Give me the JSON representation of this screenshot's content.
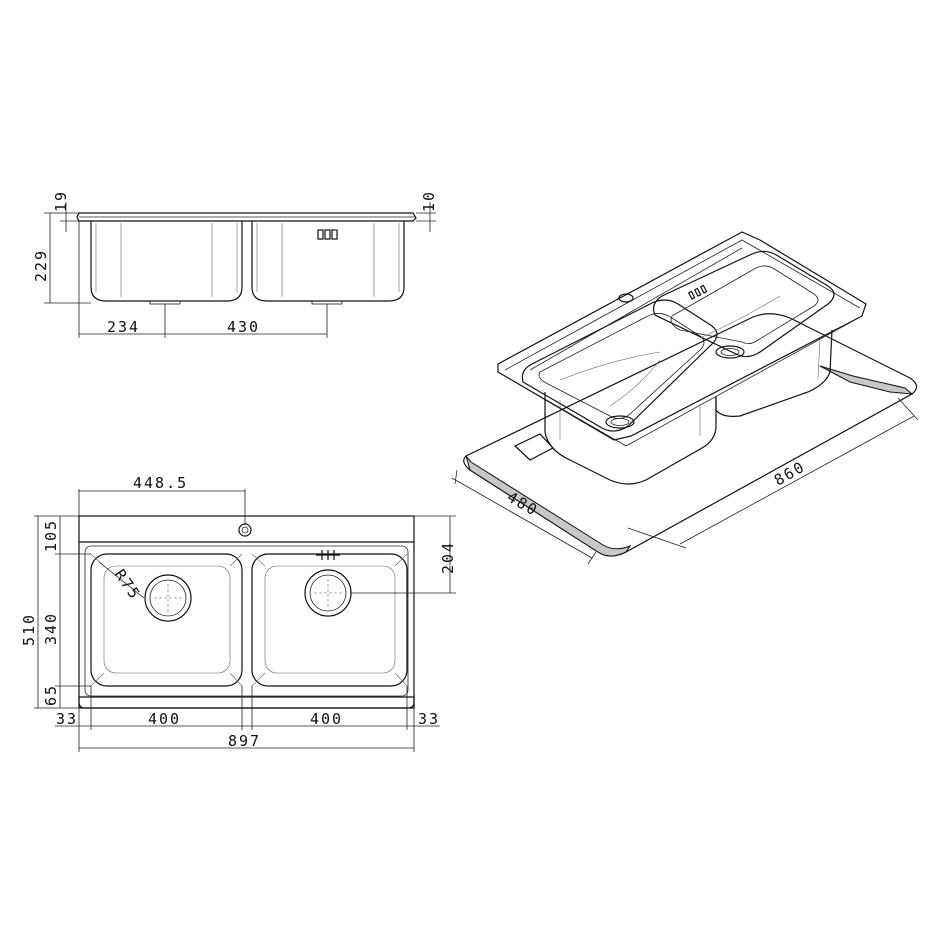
{
  "side_view": {
    "dim_top_left": "19",
    "dim_top_right": "10",
    "dim_height": "229",
    "dim_offset": "234",
    "dim_spacing": "430"
  },
  "plan_view": {
    "dim_tap": "448.5",
    "dim_back": "105",
    "dim_depth": "510",
    "dim_bowl_depth": "340",
    "dim_front": "65",
    "dim_drain_offset": "204",
    "dim_radius": "R75",
    "dim_left_margin": "33",
    "dim_bowl_left": "400",
    "dim_bowl_right": "400",
    "dim_right_margin": "33",
    "dim_total": "897"
  },
  "iso_view": {
    "dim_cutout_depth": "480",
    "dim_cutout_width": "860"
  }
}
